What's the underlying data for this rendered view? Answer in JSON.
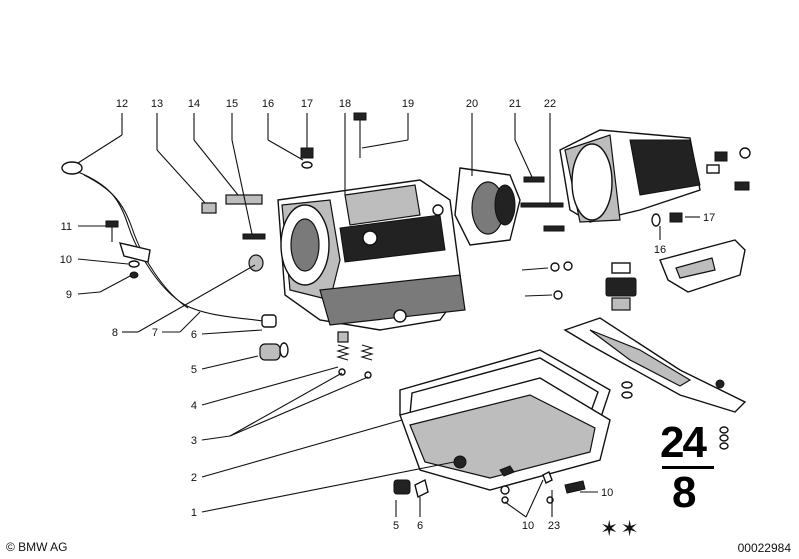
{
  "diagram": {
    "callouts": [
      "12",
      "13",
      "14",
      "15",
      "16",
      "17",
      "18",
      "19",
      "20",
      "21",
      "22",
      "11",
      "10",
      "9",
      "8",
      "7",
      "6",
      "5",
      "4",
      "3",
      "2",
      "1",
      "17",
      "16",
      "5",
      "6",
      "10",
      "23",
      "10"
    ],
    "group_number": "24",
    "group_sub": "8",
    "copyright": "© BMW AG",
    "doc_number": "00022984",
    "stars": "✶✶"
  }
}
